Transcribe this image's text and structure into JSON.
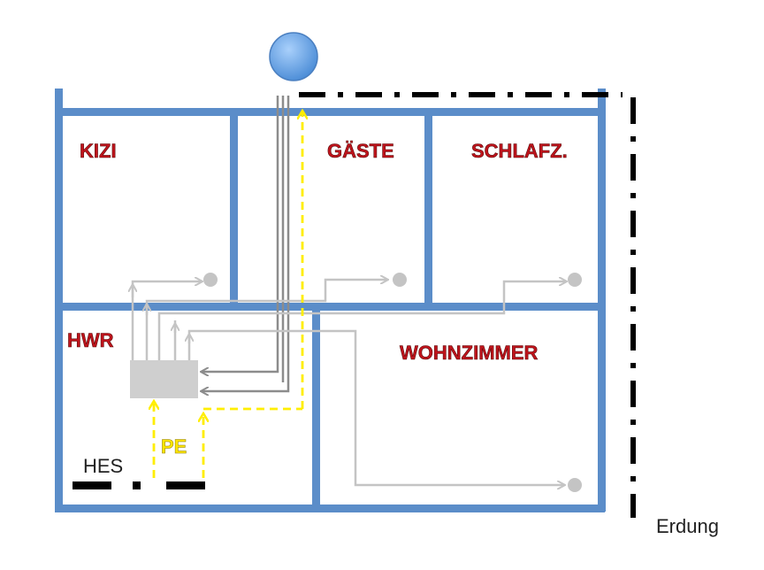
{
  "rooms": {
    "kizi": "KIZI",
    "gaeste": "GÄSTE",
    "schlafz": "SCHLAFZ.",
    "hwr": "HWR",
    "wohnzimmer": "WOHNZIMMER"
  },
  "labels": {
    "pe": "PE",
    "hes": "HES",
    "erdung": "Erdung"
  },
  "colors": {
    "wall": "#5b8dc9",
    "feed_line": "#8c8c8c",
    "branch_line": "#c4c4c4",
    "earth_line": "#ffee00",
    "earthing_border": "#000000",
    "box": "#cfcfcf",
    "roof_ball": "#6aa7e8"
  },
  "icons": {
    "roof_ball": "circle-icon",
    "distribution_box": "rectangle-icon",
    "outlet": "circle-icon"
  }
}
